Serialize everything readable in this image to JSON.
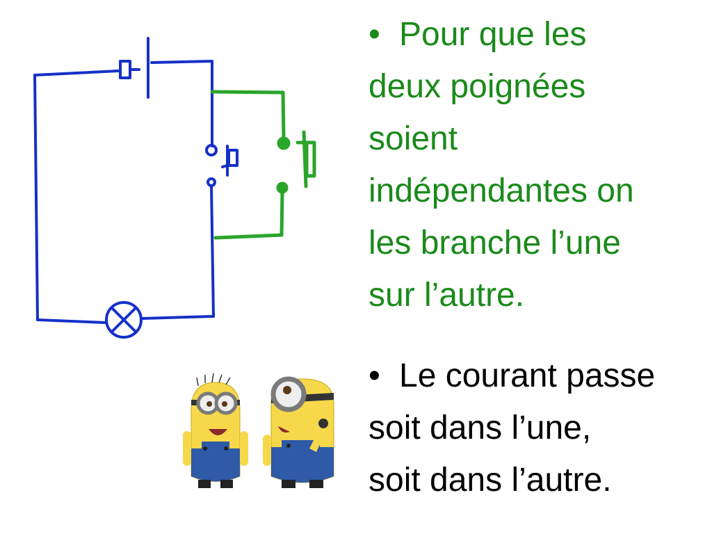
{
  "bullets": [
    {
      "marker": "•",
      "lines": [
        "Pour que les",
        "deux poignées",
        "soient",
        "indépendantes on",
        "les branche l’une",
        "sur l’autre."
      ]
    },
    {
      "marker": "•",
      "lines": [
        "Le courant passe",
        "soit dans l’une,",
        "soit dans l’autre."
      ]
    }
  ],
  "colors": {
    "bullet1_text": "#1a8a1a",
    "bullet2_text": "#000000",
    "circuit_main": "#1530c8",
    "circuit_parallel": "#2aa52a",
    "minion_yellow": "#f6d84a",
    "minion_overalls": "#2f5aa8",
    "goggle": "#7a7a7a"
  },
  "icons": {
    "circuit": "circuit-diagram-icon",
    "lamp": "lamp-icon",
    "switch": "push-button-switch-icon",
    "battery": "battery-icon",
    "minions": "minions-illustration"
  }
}
